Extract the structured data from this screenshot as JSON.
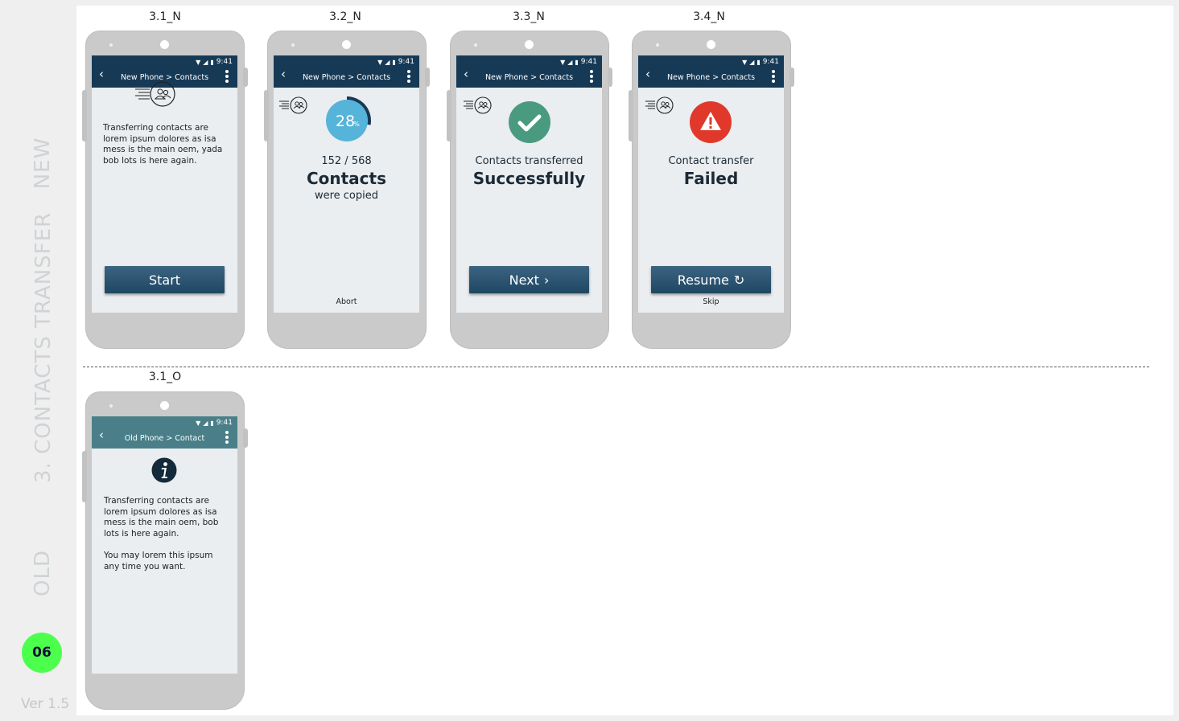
{
  "rail": {
    "new_label": "NEW",
    "section_label": "3. CONTACTS TRANSFER",
    "old_label": "OLD",
    "page_number": "06",
    "version": "Ver 1.5"
  },
  "colors": {
    "appbar_new": "#163a56",
    "appbar_old": "#4a7f89",
    "success": "#4a9a7f",
    "error": "#e0392b",
    "progress": "#56b3d9",
    "badge": "#4dff4d"
  },
  "status_bar": {
    "time": "9:41"
  },
  "screens": {
    "s1n": {
      "id": "3.1_N",
      "breadcrumb": "New Phone > Contacts",
      "body": "Transferring contacts are lorem ipsum dolores as isa mess is the main oem, yada bob lots is here again.",
      "button": "Start"
    },
    "s2n": {
      "id": "3.2_N",
      "breadcrumb": "New Phone > Contacts",
      "progress_value": "28",
      "progress_unit": "%",
      "progress_fraction": 0.28,
      "count": "152 / 568",
      "heading": "Contacts",
      "subheading": "were copied",
      "link": "Abort"
    },
    "s3n": {
      "id": "3.3_N",
      "breadcrumb": "New Phone > Contacts",
      "line1": "Contacts transferred",
      "heading": "Successfully",
      "button": "Next"
    },
    "s4n": {
      "id": "3.4_N",
      "breadcrumb": "New Phone > Contacts",
      "line1": "Contact transfer",
      "heading": "Failed",
      "button": "Resume",
      "link": "Skip"
    },
    "s1o": {
      "id": "3.1_O",
      "breadcrumb": "Old Phone > Contact",
      "body1": "Transferring contacts are lorem ipsum dolores as isa mess is the main oem, bob lots is here again.",
      "body2": "You may lorem this ipsum any time you want."
    }
  }
}
